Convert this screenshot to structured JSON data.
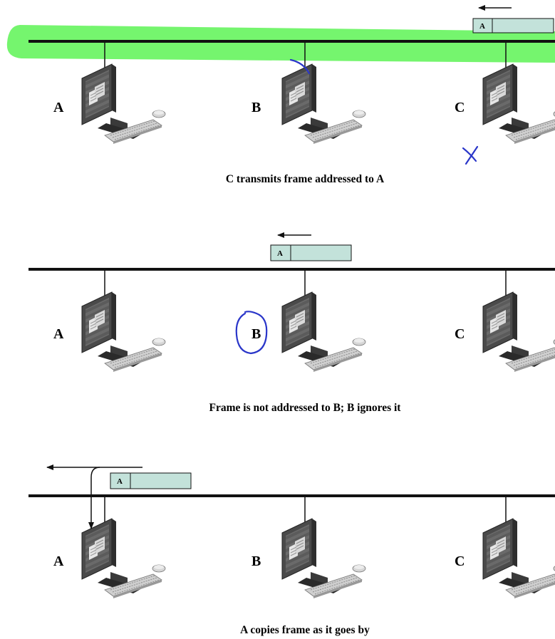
{
  "colors": {
    "bus": "#111111",
    "highlight": "#6ef466",
    "frame_fill": "#c3e2da",
    "annotation": "#2a36c9"
  },
  "panels": [
    {
      "stations": [
        "A",
        "B",
        "C"
      ],
      "frame_address": "A",
      "caption": "C transmits frame addressed to A",
      "arrow_direction": "left",
      "highlighted_bus": true,
      "annotations": [
        "curve near B",
        "cross below C"
      ]
    },
    {
      "stations": [
        "A",
        "B",
        "C"
      ],
      "frame_address": "A",
      "caption": "Frame is not addressed to B; B ignores it",
      "arrow_direction": "left",
      "highlighted_bus": false,
      "annotations": [
        "circle around B"
      ]
    },
    {
      "stations": [
        "A",
        "B",
        "C"
      ],
      "frame_address": "A",
      "caption": "A copies frame as it goes by",
      "arrow_direction": "left",
      "highlighted_bus": false,
      "annotations": []
    }
  ]
}
